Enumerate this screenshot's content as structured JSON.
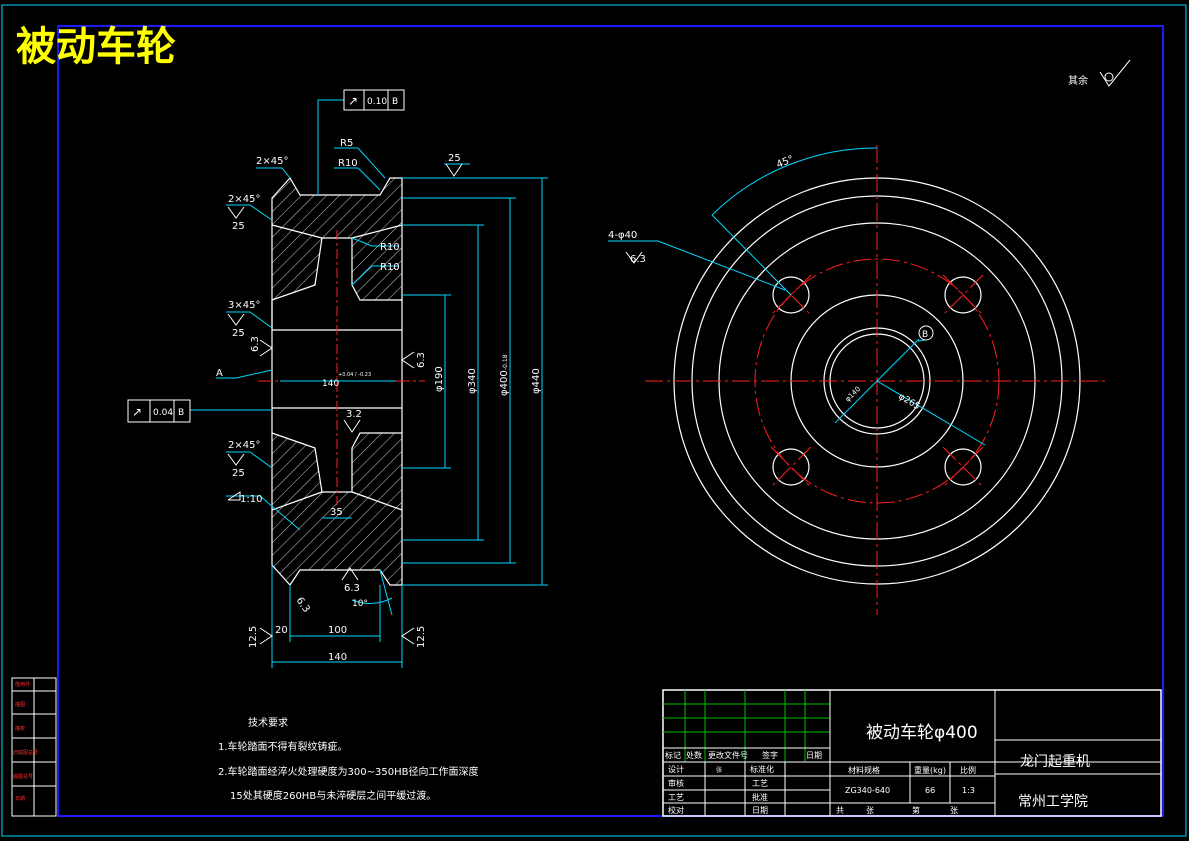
{
  "title_overlay": "被动车轮",
  "surface_note": "其余",
  "tolerance": {
    "top_frame": {
      "symbol": "↗",
      "value": "0.10",
      "datum": "B"
    },
    "left_frame": {
      "symbol": "↗",
      "value": "0.04",
      "datum": "B"
    }
  },
  "section_labels": {
    "r5": "R5",
    "r10_top": "R10",
    "r10_inner_a": "R10",
    "r10_inner_b": "R10",
    "chamfer_2x45_top": "2×45°",
    "chamfer_2x45_left": "2×45°",
    "chamfer_3x45": "3×45°",
    "chamfer_2x45_lower": "2×45°",
    "rough_25_top": "25",
    "rough_25_a": "25",
    "rough_25_b": "25",
    "rough_25_c": "25",
    "rough_6_3_left": "6.3",
    "rough_6_3_right": "6.3",
    "rough_6_3_bottom": "6.3",
    "rough_6_3_slant": "6.3",
    "rough_3_2": "3.2",
    "rough_12_5_left": "12.5",
    "rough_12_5_right": "12.5",
    "datum_a": "A",
    "taper": "1:10",
    "dim_140_bore": "140",
    "dim_140_tol": "+0.04 / -0.23",
    "dim_190": "φ190",
    "dim_340": "φ340",
    "dim_400": "φ400",
    "dim_400_tol": "-0.18",
    "dim_440": "φ440",
    "dim_35": "35",
    "dim_10deg": "10°",
    "dim_20": "20",
    "dim_100": "100",
    "dim_140_width": "140"
  },
  "end_view_labels": {
    "angle_45": "45°",
    "holes": "4-φ40",
    "holes_rough": "6.3",
    "datum_b": "B",
    "bore": "φ140",
    "pcd": "φ265"
  },
  "tech_requirements": {
    "heading": "技术要求",
    "line1": "1.车轮踏面不得有裂纹铸疵。",
    "line2": "2.车轮踏面经淬火处理硬度为300~350HB径向工作面深度",
    "line3": "15处其硬度260HB与未淬硬层之间平缓过渡。"
  },
  "side_table": {
    "rows": [
      "借用件",
      "描图",
      "描校",
      "旧底图总号",
      "底图总号",
      "日期"
    ]
  },
  "title_block": {
    "part_name": "被动车轮φ400",
    "product": "龙门起重机",
    "school": "常州工学院",
    "material_label": "材料规格",
    "weight_label": "重量(kg)",
    "scale_label": "比例",
    "material": "ZG340-640",
    "weight": "66",
    "scale": "1:3",
    "sheet_total_label": "共",
    "sheet_label": "张",
    "page_label": "第",
    "page_label2": "张",
    "rev_headers": [
      "标记",
      "处数",
      "更改文件号",
      "签字",
      "日期"
    ],
    "roles": [
      "设计",
      "审核",
      "工艺",
      "校对"
    ],
    "roles2": [
      "标准化",
      "工艺",
      "批准",
      "日期"
    ],
    "designer": "张"
  },
  "colors": {
    "background": "#000000",
    "frame": "#1a1aff",
    "outline": "#ffffff",
    "dimension": "#00d7ff",
    "center_line": "#ff2020",
    "hatch": "#ffffff",
    "title_text": "#ffff00",
    "green_grid": "#00c000"
  }
}
